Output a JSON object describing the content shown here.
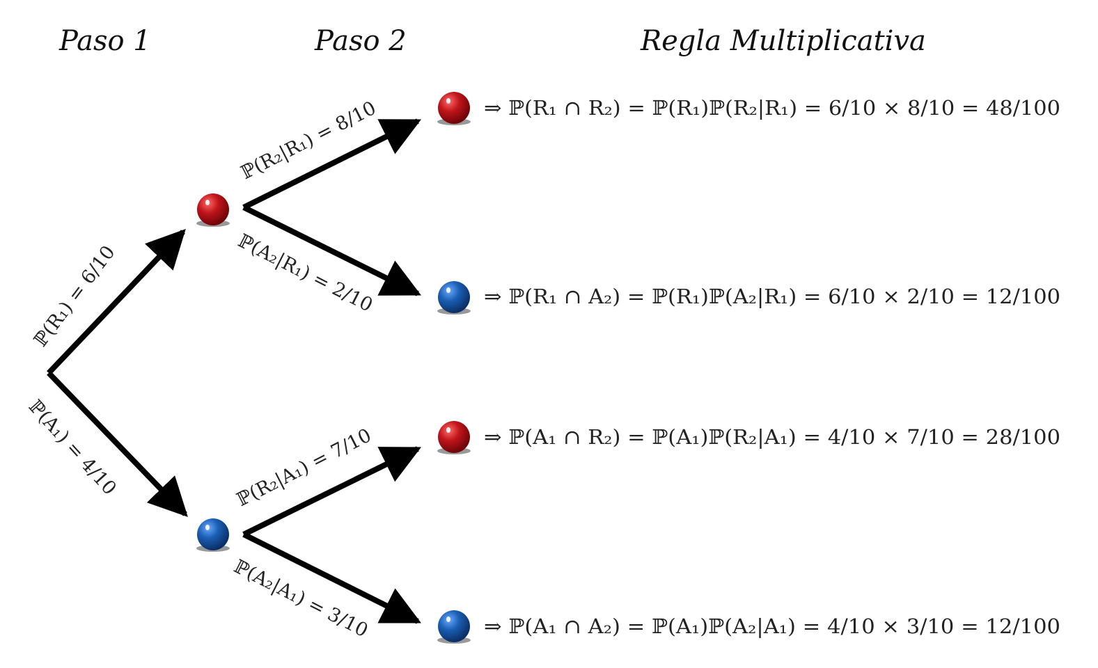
{
  "headers": {
    "step1": "Paso 1",
    "step2": "Paso 2",
    "rule": "Regla Multiplicativa"
  },
  "ball_colors": {
    "red": "#c0151b",
    "blue": "#1a5fb4"
  },
  "tree": {
    "root_branches": [
      {
        "id": "R1",
        "color": "red",
        "label": "ℙ(R₁) = 6/10"
      },
      {
        "id": "A1",
        "color": "blue",
        "label": "ℙ(A₁) = 4/10"
      }
    ],
    "second_branches": [
      {
        "from": "R1",
        "color": "red",
        "label": "ℙ(R₂|R₁) = 8/10"
      },
      {
        "from": "R1",
        "color": "blue",
        "label": "ℙ(A₂|R₁) = 2/10"
      },
      {
        "from": "A1",
        "color": "red",
        "label": "ℙ(R₂|A₁) = 7/10"
      },
      {
        "from": "A1",
        "color": "blue",
        "label": "ℙ(A₂|A₁) = 3/10"
      }
    ]
  },
  "results": [
    "⇒ ℙ(R₁ ∩ R₂) = ℙ(R₁)ℙ(R₂|R₁) = 6/10 × 8/10 = 48/100",
    "⇒ ℙ(R₁ ∩ A₂) = ℙ(R₁)ℙ(A₂|R₁) = 6/10 × 2/10 = 12/100",
    "⇒ ℙ(A₁ ∩ R₂) = ℙ(A₁)ℙ(R₂|A₁) = 4/10 × 7/10 = 28/100",
    "⇒ ℙ(A₁ ∩ A₂) = ℙ(A₁)ℙ(A₂|A₁) = 4/10 × 3/10 = 12/100"
  ]
}
